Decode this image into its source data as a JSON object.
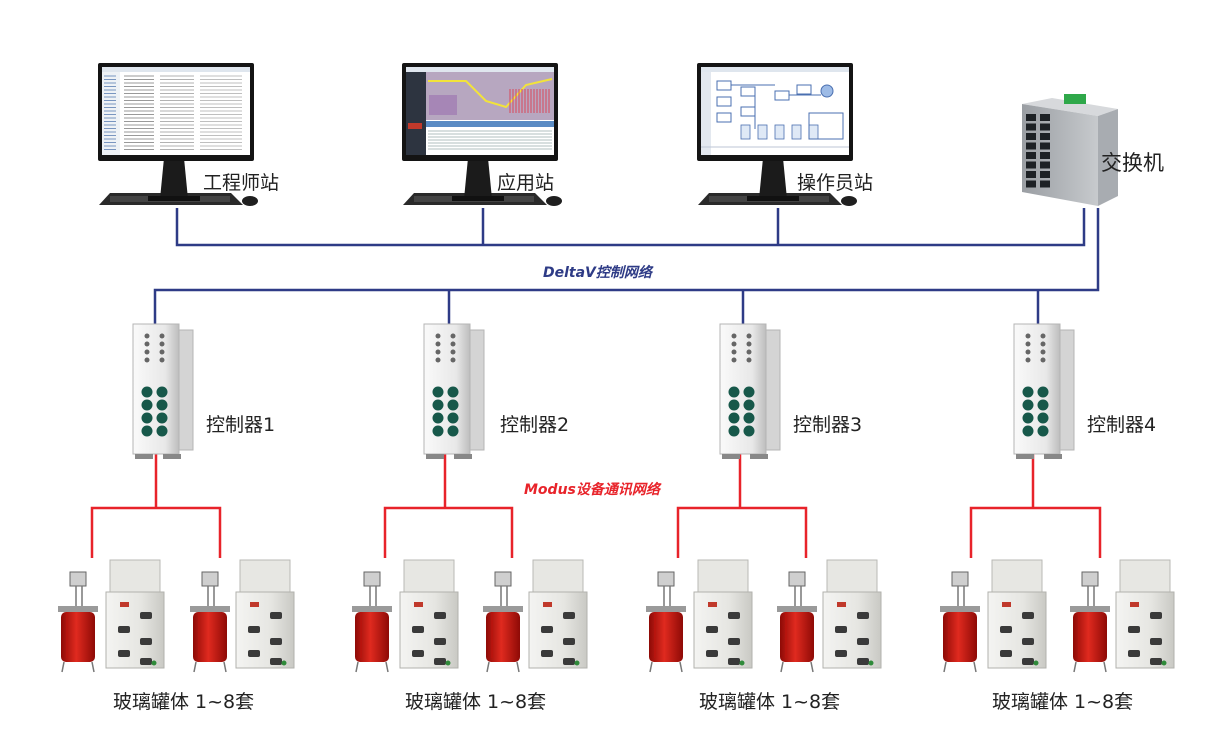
{
  "colors": {
    "control_network": "#2e3b86",
    "device_network": "#e8232a",
    "vessel_liquid": "#c4120d"
  },
  "workstations": [
    {
      "label": "工程师站",
      "screen": "spreadsheet-list"
    },
    {
      "label": "应用站",
      "screen": "trend-chart"
    },
    {
      "label": "操作员站",
      "screen": "process-flow"
    }
  ],
  "switch": {
    "label": "交换机"
  },
  "networks": {
    "control": "DeltaV控制网络",
    "device": "Modus设备通讯网络"
  },
  "controllers": [
    {
      "label": "控制器1"
    },
    {
      "label": "控制器2"
    },
    {
      "label": "控制器3"
    },
    {
      "label": "控制器4"
    }
  ],
  "vessel_groups": [
    {
      "label": "玻璃罐体 1~8套"
    },
    {
      "label": "玻璃罐体 1~8套"
    },
    {
      "label": "玻璃罐体 1~8套"
    },
    {
      "label": "玻璃罐体 1~8套"
    }
  ]
}
